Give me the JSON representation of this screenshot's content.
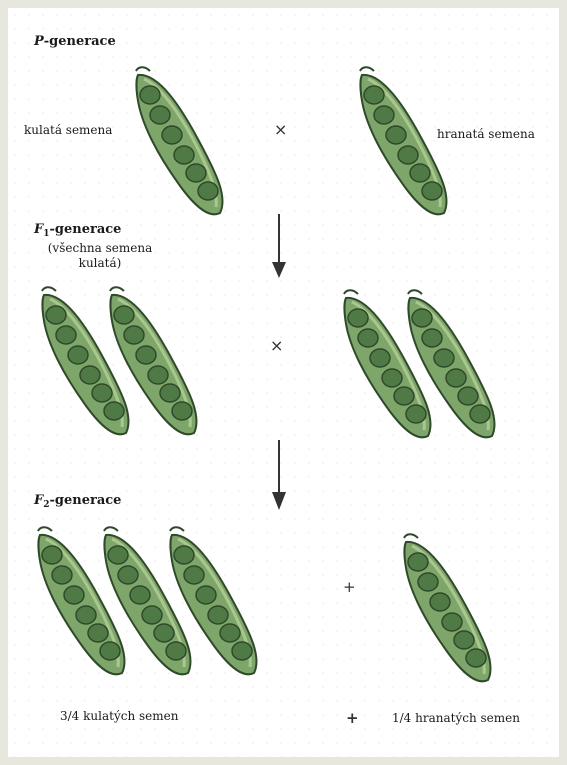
{
  "p_generation": {
    "letter": "P",
    "label": "-generace",
    "left_label": "kulatá semena",
    "right_label": "hranatá semena",
    "cross_symbol": "×"
  },
  "f1_generation": {
    "letter": "F",
    "subscript": "1",
    "label": "-generace",
    "note_line1": "(všechna semena",
    "note_line2": "kulatá)",
    "cross_symbol": "×"
  },
  "f2_generation": {
    "letter": "F",
    "subscript": "2",
    "label": "-generace",
    "plus_symbol": "+",
    "left_label": "3/4 kulatých semen",
    "right_plus": "+",
    "right_label": "1/4 hranatých semen"
  },
  "colors": {
    "pod_fill": "#7fa66a",
    "pod_light": "#a9c78f",
    "pod_outline": "#2f4a2a",
    "pea_fill": "#4f7a46",
    "arrow": "#333333"
  }
}
